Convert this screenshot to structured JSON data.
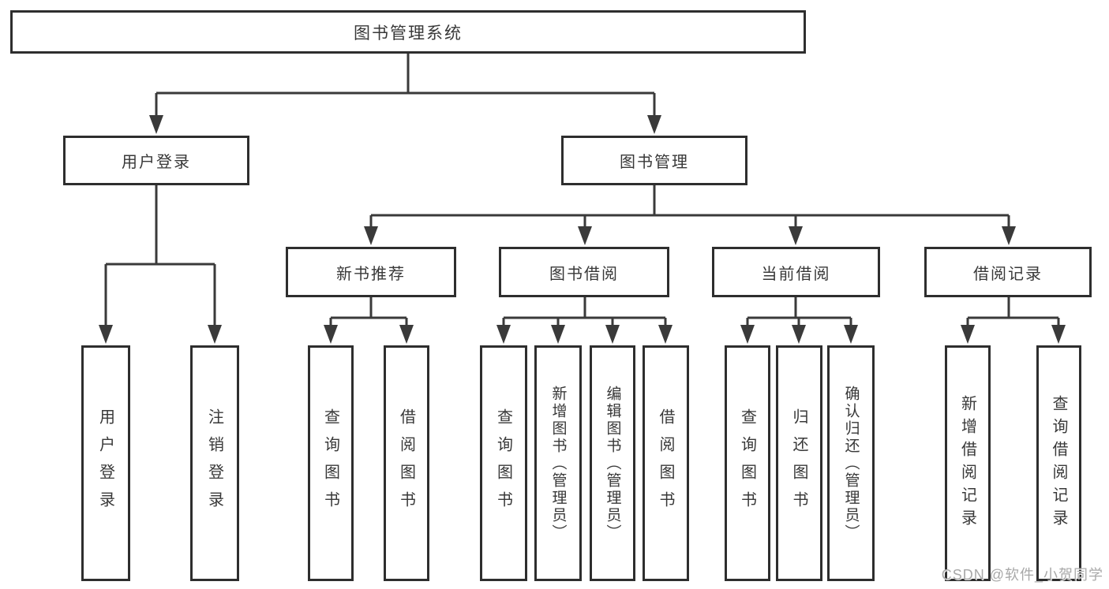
{
  "meta": {
    "watermark": "CSDN @软件_小贺同学",
    "colors": {
      "line": "#3a3a3a",
      "box_border": "#2e2e2e",
      "box_fill": "#ffffff",
      "text": "#383838",
      "watermark_text": "#a8a8a8"
    }
  },
  "tree": {
    "root": {
      "label": "图书管理系统",
      "children": [
        {
          "label": "用户登录",
          "children": [
            {
              "label": "用户登录"
            },
            {
              "label": "注销登录"
            }
          ]
        },
        {
          "label": "图书管理",
          "children": [
            {
              "label": "新书推荐",
              "children": [
                {
                  "label": "查询图书"
                },
                {
                  "label": "借阅图书"
                }
              ]
            },
            {
              "label": "图书借阅",
              "children": [
                {
                  "label": "查询图书"
                },
                {
                  "label": "新增图书（管理员）"
                },
                {
                  "label": "编辑图书（管理员）"
                },
                {
                  "label": "借阅图书"
                }
              ]
            },
            {
              "label": "当前借阅",
              "children": [
                {
                  "label": "查询图书"
                },
                {
                  "label": "归还图书"
                },
                {
                  "label": "确认归还（管理员）"
                }
              ]
            },
            {
              "label": "借阅记录",
              "children": [
                {
                  "label": "新增借阅记录"
                },
                {
                  "label": "查询借阅记录"
                }
              ]
            }
          ]
        }
      ]
    }
  }
}
